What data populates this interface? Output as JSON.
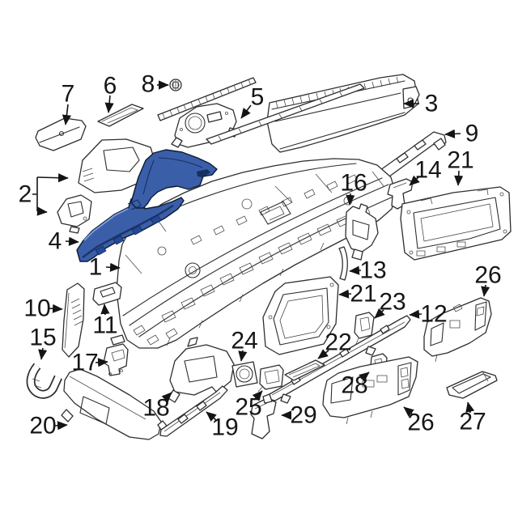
{
  "figure": {
    "type": "exploded-parts-diagram",
    "subject": "vehicle instrument panel assembly",
    "background_color": "#ffffff",
    "line_color": "#2e2e2e",
    "label_color": "#161616",
    "highlight_fill": "#3b5ea9",
    "highlight_shade": "#16305f",
    "highlighted_callout": "4"
  },
  "callouts": [
    {
      "num": "1"
    },
    {
      "num": "2"
    },
    {
      "num": "3"
    },
    {
      "num": "4"
    },
    {
      "num": "5"
    },
    {
      "num": "6"
    },
    {
      "num": "7"
    },
    {
      "num": "8"
    },
    {
      "num": "9"
    },
    {
      "num": "10"
    },
    {
      "num": "11"
    },
    {
      "num": "12"
    },
    {
      "num": "13"
    },
    {
      "num": "14"
    },
    {
      "num": "15"
    },
    {
      "num": "16"
    },
    {
      "num": "17"
    },
    {
      "num": "18"
    },
    {
      "num": "19"
    },
    {
      "num": "20"
    },
    {
      "num": "21"
    },
    {
      "num": "21"
    },
    {
      "num": "22"
    },
    {
      "num": "23"
    },
    {
      "num": "24"
    },
    {
      "num": "25"
    },
    {
      "num": "26"
    },
    {
      "num": "26"
    },
    {
      "num": "27"
    },
    {
      "num": "28"
    },
    {
      "num": "29"
    }
  ]
}
